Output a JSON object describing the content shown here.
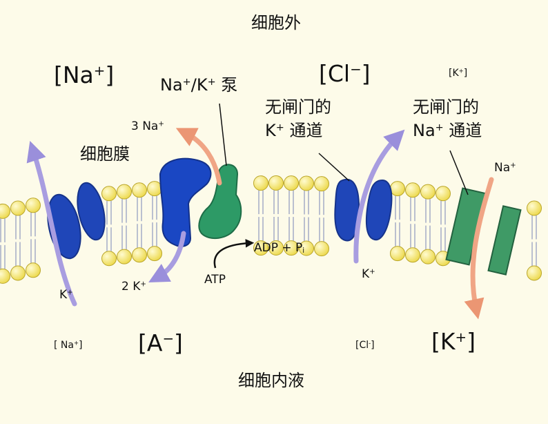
{
  "regions": {
    "outside": "细胞外",
    "inside": "细胞内液",
    "membrane": "细胞膜"
  },
  "outside_ions": {
    "na": {
      "base": "[Na",
      "sup": "+",
      "close": "]"
    },
    "cl": {
      "base": "[Cl",
      "sup": "−",
      "close": "]"
    },
    "k": {
      "base": "[K",
      "sup": "+",
      "close": "]"
    }
  },
  "inside_ions": {
    "na": {
      "base": "[ Na",
      "sup": "+",
      "close": "]"
    },
    "a": {
      "base": "[A",
      "sup": "−",
      "close": "]"
    },
    "cl": {
      "base": "[Cl",
      "sup": "-",
      "close": "]"
    },
    "k": {
      "base": "[K",
      "sup": "+",
      "close": "]"
    }
  },
  "pump": {
    "title_na": "Na",
    "title_sep": "/K",
    "title_plus": "+",
    "title_suffix": " 泵",
    "out_count": "3 Na",
    "in_count": "2 K",
    "plus": "+",
    "atp": "ATP",
    "adp_text": "ADP + P",
    "adp_sub": "i"
  },
  "k_channel": {
    "line1": "无闸门的",
    "ion": "K",
    "plus": "+",
    "suffix": " 通道",
    "flow_ion": "K"
  },
  "na_channel": {
    "line1": "无闸门的",
    "ion": "Na",
    "plus": "+",
    "suffix": " 通道",
    "flow_ion": "Na"
  },
  "left_flow": {
    "ion": "K",
    "plus": "+"
  },
  "colors": {
    "background": "#fdfbe9",
    "lipid_head": "#f3e565",
    "lipid_head_stroke": "#b9a52a",
    "tail": "#9ea6c4",
    "k_channel": "#1f46b8",
    "pump_cation": "#1a47c3",
    "pump_green": "#2d9a66",
    "na_channel": "#3f9a66",
    "arrow_purple": "#a89de0",
    "arrow_salmon": "#f0a585"
  }
}
